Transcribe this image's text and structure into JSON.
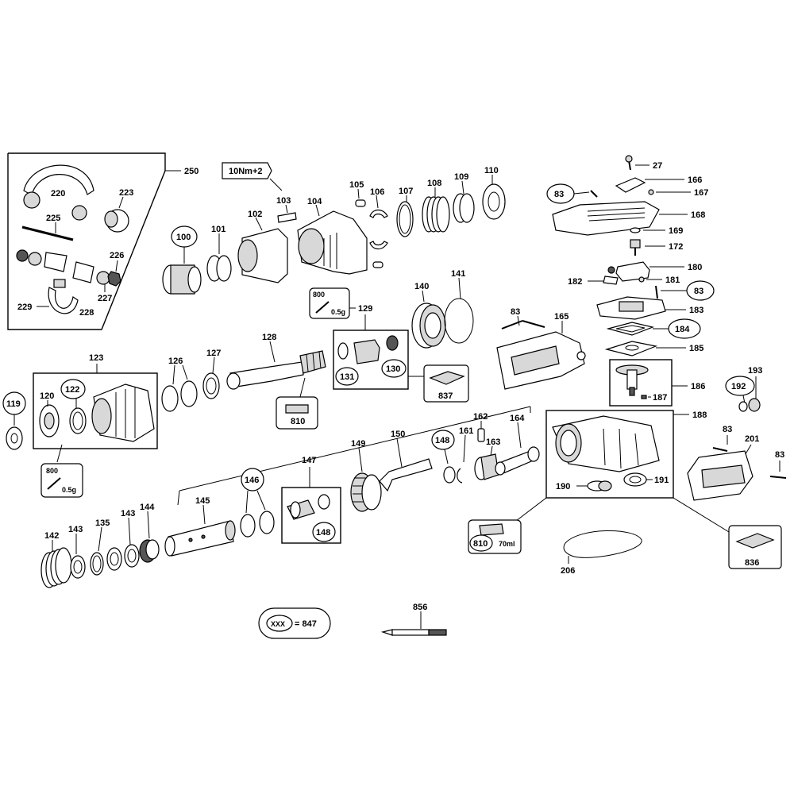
{
  "parts": {
    "p250": "250",
    "p220": "220",
    "p223": "223",
    "p225": "225",
    "p226": "226",
    "p227": "227",
    "p228": "228",
    "p229": "229",
    "p100": "100",
    "p101": "101",
    "p102": "102",
    "p103": "103",
    "p104": "104",
    "p105": "105",
    "p106": "106",
    "p107": "107",
    "p108": "108",
    "p109": "109",
    "p110": "110",
    "p27": "27",
    "p166": "166",
    "p167": "167",
    "p83": "83",
    "p168": "168",
    "p169": "169",
    "p172": "172",
    "p180": "180",
    "p181": "181",
    "p182": "182",
    "p183": "183",
    "p184": "184",
    "p185": "185",
    "p186": "186",
    "p187": "187",
    "p188": "188",
    "p190": "190",
    "p191": "191",
    "p192": "192",
    "p193": "193",
    "p201": "201",
    "p206": "206",
    "p836": "836",
    "p129": "129",
    "p130": "130",
    "p131": "131",
    "p837": "837",
    "p140": "140",
    "p141": "141",
    "p165": "165",
    "p123": "123",
    "p119": "119",
    "p120": "120",
    "p122": "122",
    "p126": "126",
    "p127": "127",
    "p128": "128",
    "p810": "810",
    "p142": "142",
    "p143": "143",
    "p135": "135",
    "p144": "144",
    "p145": "145",
    "p146": "146",
    "p147": "147",
    "p148": "148",
    "p149": "149",
    "p150": "150",
    "p161": "161",
    "p162": "162",
    "p163": "163",
    "p164": "164",
    "p800": "800",
    "p856": "856"
  },
  "annotations": {
    "torque": "10Nm+2",
    "grease_amount": "0.5g",
    "oil_amount": "70ml",
    "legend_placeholder": "XXX",
    "legend_equals": "= 847"
  }
}
